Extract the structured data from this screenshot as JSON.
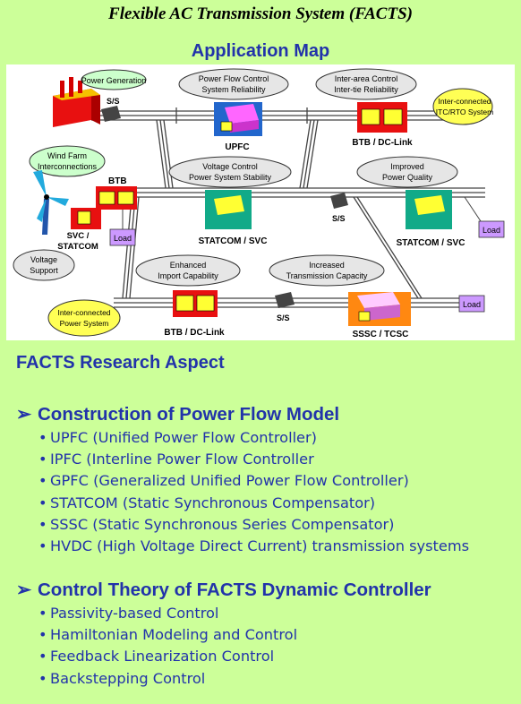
{
  "title": "Flexible AC Transmission System (FACTS)",
  "application_map": {
    "heading": "Application Map",
    "labels": {
      "power_generation": "Power Generation",
      "power_flow_control_1": "Power Flow Control",
      "power_flow_control_2": "System Reliability",
      "inter_area_1": "Inter-area Control",
      "inter_area_2": "Inter-tie Reliability",
      "itc_rto_1": "Inter-connected",
      "itc_rto_2": "ITC/RTO System",
      "wind_farm_1": "Wind Farm",
      "wind_farm_2": "Interconnections",
      "voltage_control_1": "Voltage Control",
      "voltage_control_2": "Power System Stability",
      "improved_quality_1": "Improved",
      "improved_quality_2": "Power Quality",
      "voltage_support_1": "Voltage",
      "voltage_support_2": "Support",
      "enhanced_import_1": "Enhanced",
      "enhanced_import_2": "Import Capability",
      "increased_transmission_1": "Increased",
      "increased_transmission_2": "Transmission Capacity",
      "interconnected_ps_1": "Inter-connected",
      "interconnected_ps_2": "Power System",
      "ss": "S/S",
      "upfc": "UPFC",
      "btb_dc_link": "BTB / DC-Link",
      "btb": "BTB",
      "svc_statcom_1": "SVC /",
      "svc_statcom_2": "STATCOM",
      "load": "Load",
      "statcom_svc": "STATCOM / SVC",
      "sssc_tcsc": "SSSC / TCSC"
    }
  },
  "research": {
    "heading": "FACTS Research Aspect",
    "arrow_glyph": "➢",
    "bullet_glyph": "•",
    "groups": [
      {
        "title": "Construction of Power Flow Model",
        "items": [
          "UPFC (Unified Power Flow Controller)",
          "IPFC (Interline Power Flow Controller",
          "GPFC (Generalized Unified Power Flow Controller)",
          "STATCOM (Static Synchronous Compensator)",
          "SSSC (Static Synchronous Series Compensator)",
          "HVDC (High Voltage Direct Current) transmission systems"
        ]
      },
      {
        "title": "Control Theory of FACTS Dynamic Controller",
        "items": [
          "Passivity-based Control",
          "Hamiltonian Modeling and Control",
          "Feedback Linearization Control",
          "Backstepping Control"
        ]
      }
    ]
  }
}
